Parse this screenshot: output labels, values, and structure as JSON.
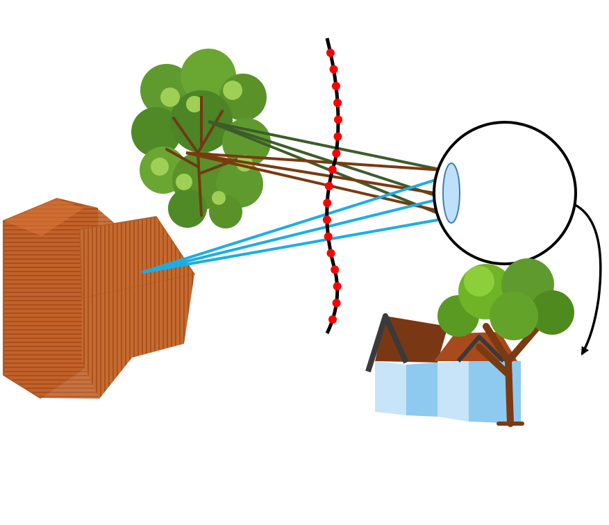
{
  "diagram": {
    "objects": [
      {
        "id": "tree",
        "icon": "tree-icon"
      },
      {
        "id": "roof",
        "icon": "roof-object-icon"
      },
      {
        "id": "eye",
        "icon": "eye-icon"
      },
      {
        "id": "house-scene",
        "icon": "house-with-tree-icon"
      }
    ],
    "ray_bundles": [
      {
        "from": "tree",
        "to": "eye",
        "count": 3,
        "color": "#3d5c2a"
      },
      {
        "from": "tree",
        "to": "eye",
        "count": 3,
        "color": "#7a3a10"
      },
      {
        "from": "roof",
        "to": "eye",
        "count": 3,
        "color": "#1aaee6"
      }
    ],
    "sample_points": 17,
    "colors": {
      "sample_surface": "#000000",
      "sample_point": "#ff0000",
      "eye_outline": "#000000",
      "lens": "#bfe0fb",
      "roof": "#c2622a",
      "house_wall": "#c8e4f8",
      "house_roof": "#7a3714",
      "foliage": "#5f9a2e",
      "trunk": "#7a3a12"
    }
  }
}
